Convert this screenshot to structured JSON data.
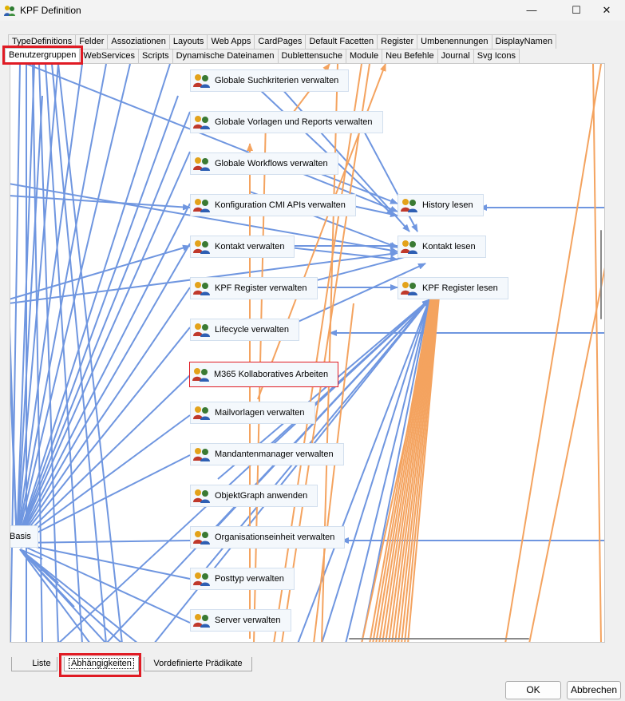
{
  "window": {
    "title": "KPF Definition"
  },
  "tabs_row1": [
    "TypeDefinitions",
    "Felder",
    "Assoziationen",
    "Layouts",
    "Web Apps",
    "CardPages",
    "Default Facetten",
    "Register",
    "Umbenennungen",
    "DisplayNamen"
  ],
  "tabs_row2": [
    "Benutzergruppen",
    "WebServices",
    "Scripts",
    "Dynamische Dateinamen",
    "Dublettensuche",
    "Module",
    "Neu Befehle",
    "Journal",
    "Svg Icons"
  ],
  "nodes": [
    {
      "id": "suchkriterien",
      "label": "Globale Suchkriterien verwalten"
    },
    {
      "id": "vorlagen",
      "label": "Globale Vorlagen und Reports verwalten"
    },
    {
      "id": "workflows",
      "label": "Globale Workflows verwalten"
    },
    {
      "id": "cmi",
      "label": "Konfiguration CMI APIs verwalten"
    },
    {
      "id": "kontakt-verwalten",
      "label": "Kontakt verwalten"
    },
    {
      "id": "register-verwalten",
      "label": "KPF Register verwalten"
    },
    {
      "id": "lifecycle",
      "label": "Lifecycle verwalten"
    },
    {
      "id": "m365",
      "label": "M365 Kollaboratives Arbeiten"
    },
    {
      "id": "mailvorlagen",
      "label": "Mailvorlagen verwalten"
    },
    {
      "id": "mandanten",
      "label": "Mandantenmanager verwalten"
    },
    {
      "id": "objektgraph",
      "label": "ObjektGraph anwenden"
    },
    {
      "id": "orgeinheit",
      "label": "Organisationseinheit verwalten"
    },
    {
      "id": "posttyp",
      "label": "Posttyp verwalten"
    },
    {
      "id": "server",
      "label": "Server verwalten"
    },
    {
      "id": "history",
      "label": "History lesen"
    },
    {
      "id": "kontakt-lesen",
      "label": "Kontakt lesen"
    },
    {
      "id": "register-lesen",
      "label": "KPF Register lesen"
    },
    {
      "id": "basis",
      "label": "Basis"
    }
  ],
  "bottom_tabs": [
    "Liste",
    "Abhängigkeiten",
    "Vordefinierte Prädikate"
  ],
  "buttons": {
    "ok": "OK",
    "cancel": "Abbrechen"
  },
  "icons": {
    "app": "kpf-app-icon",
    "node": "user-group-icon",
    "minimize": "minimize-icon",
    "maximize": "maximize-icon",
    "close": "close-icon"
  },
  "colors": {
    "edge_blue": "#6f96e0",
    "edge_orange": "#f4a35f",
    "highlight": "#e01b24",
    "node_bg": "#f4f8fc",
    "node_border": "#d2dfee"
  }
}
